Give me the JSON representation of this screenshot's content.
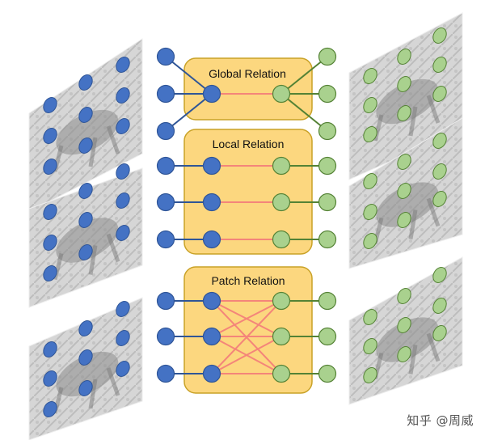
{
  "colors": {
    "blue_node": "#4472c4",
    "blue_stroke": "#2f5597",
    "green_node": "#a9d18e",
    "green_stroke": "#548235",
    "blue_edge": "#2f5597",
    "green_edge": "#548235",
    "relation_edge": "#f4857a",
    "panel_fill": "#fcd77f",
    "panel_stroke": "#c9a227",
    "image_bg": "#d9d9d9"
  },
  "relations": [
    {
      "label": "Global Relation",
      "type": "global"
    },
    {
      "label": "Local Relation",
      "type": "local"
    },
    {
      "label": "Patch Relation",
      "type": "patch"
    }
  ],
  "watermark": "知乎 @周威"
}
